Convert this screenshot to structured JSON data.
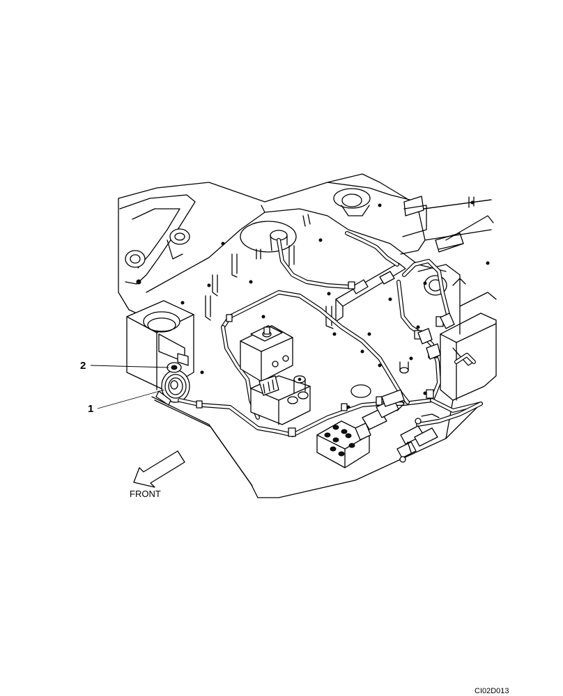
{
  "callouts": [
    {
      "label": "1",
      "part": "horn"
    },
    {
      "label": "2",
      "part": "horn-mounting-nut"
    }
  ],
  "direction_label": "FRONT",
  "drawing_code": "CI02D013"
}
